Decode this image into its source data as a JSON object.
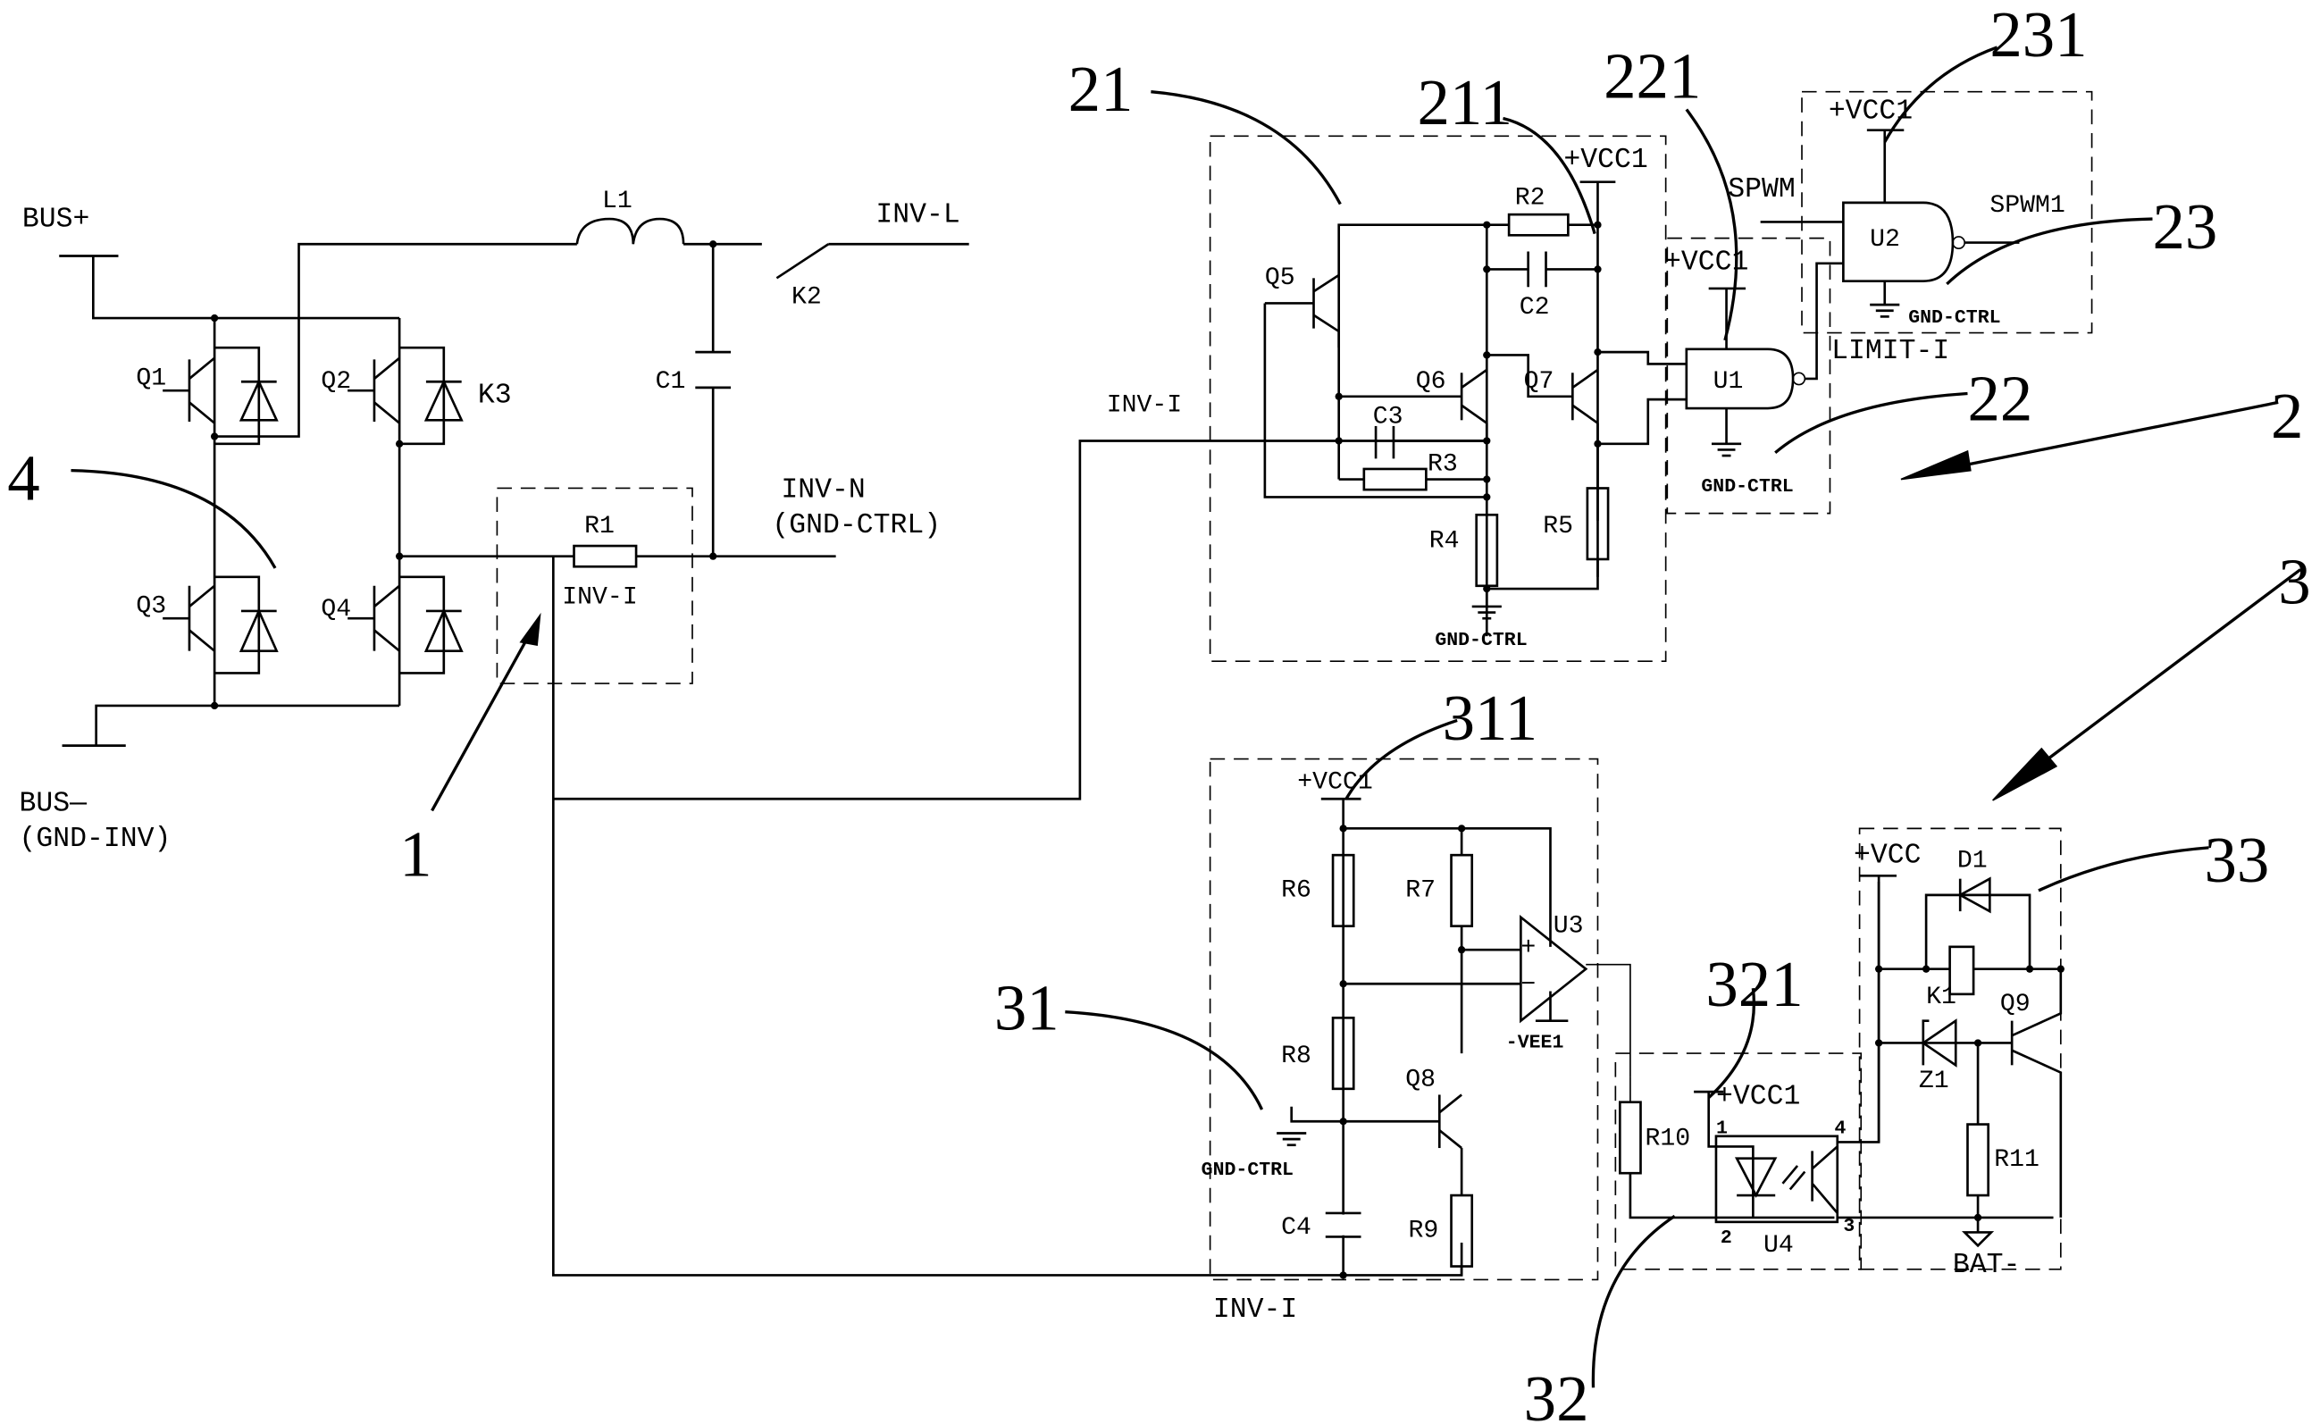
{
  "diagram": {
    "title": "Inverter overcurrent protection circuit schematic",
    "power_stage": {
      "nets": {
        "bus_plus": "BUS+",
        "bus_minus": "BUS—",
        "gnd_inv": "(GND-INV)",
        "inv_l": "INV-L",
        "inv_n": "INV-N",
        "gnd_ctrl_paren": "(GND-CTRL)",
        "inv_i": "INV-I"
      },
      "components": {
        "q1": "Q1",
        "q2": "Q2",
        "q3": "Q3",
        "q4": "Q4",
        "k3": "K3",
        "l1": "L1",
        "k2": "K2",
        "c1": "C1",
        "r1": "R1"
      }
    },
    "detect_block_21": {
      "components": {
        "q5": "Q5",
        "q6": "Q6",
        "q7": "Q7",
        "r2": "R2",
        "r3": "R3",
        "r4": "R4",
        "r5": "R5",
        "c2": "C2",
        "c3": "C3"
      },
      "nets": {
        "vcc1": "+VCC1",
        "gnd_ctrl": "GND-CTRL",
        "inv_i": "INV-I"
      }
    },
    "logic_block_22": {
      "components": {
        "u1": "U1"
      },
      "nets": {
        "vcc1": "+VCC1",
        "gnd_ctrl": "GND-CTRL",
        "limit_i": "LIMIT-I"
      }
    },
    "logic_block_23": {
      "components": {
        "u2": "U2"
      },
      "nets": {
        "vcc1": "+VCC1",
        "gnd_ctrl": "GND-CTRL",
        "spwm": "SPWM",
        "spwm1": "SPWM1"
      }
    },
    "compare_block_31": {
      "components": {
        "r6": "R6",
        "r7": "R7",
        "r8": "R8",
        "r9": "R9",
        "c4": "C4",
        "q8": "Q8",
        "u3": "U3"
      },
      "nets": {
        "vcc1": "+VCC1",
        "vee1": "-VEE1",
        "gnd_ctrl": "GND-CTRL",
        "inv_i": "INV-I"
      }
    },
    "opto_block_32": {
      "components": {
        "r10": "R10",
        "u4": "U4"
      },
      "pins": {
        "p1": "1",
        "p2": "2",
        "p3": "3",
        "p4": "4"
      },
      "nets": {
        "vcc1": "+VCC1"
      }
    },
    "relay_block_33": {
      "components": {
        "d1": "D1",
        "k1": "K1",
        "z1": "Z1",
        "q9": "Q9",
        "r11": "R11"
      },
      "nets": {
        "vcc": "+VCC",
        "bat_minus": "BAT-"
      }
    },
    "reference_numerals": {
      "n1": "1",
      "n2": "2",
      "n3": "3",
      "n4": "4",
      "n21": "21",
      "n211": "211",
      "n22": "22",
      "n221": "221",
      "n23": "23",
      "n231": "231",
      "n31": "31",
      "n311": "311",
      "n32": "32",
      "n321": "321",
      "n33": "33"
    }
  }
}
